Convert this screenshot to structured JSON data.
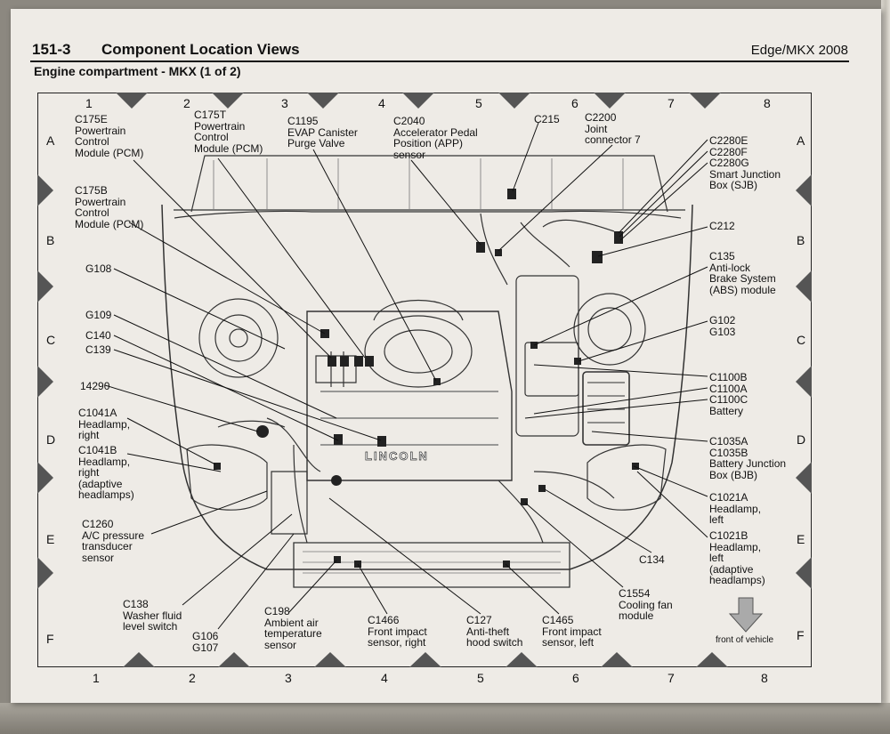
{
  "header": {
    "page_number": "151-3",
    "title": "Component Location Views",
    "book": "Edge/MKX 2008"
  },
  "subtitle": "Engine compartment - MKX (1 of 2)",
  "grid": {
    "columns": [
      "1",
      "2",
      "3",
      "4",
      "5",
      "6",
      "7",
      "8"
    ],
    "rows": [
      "A",
      "B",
      "C",
      "D",
      "E",
      "F"
    ]
  },
  "engine_badge": "LINCOLN",
  "front_label": "front of vehicle",
  "callouts": {
    "c175e": "C175E\nPowertrain\nControl\nModule (PCM)",
    "c175t": "C175T\nPowertrain\nControl\nModule (PCM)",
    "c1195": "C1195\nEVAP Canister\nPurge Valve",
    "c2040": "C2040\nAccelerator Pedal\nPosition (APP)\nsensor",
    "c215": "C215",
    "c2200": "C2200\nJoint\nconnector 7",
    "c2280": "C2280E\nC2280F\nC2280G\nSmart Junction\nBox (SJB)",
    "c175b": "C175B\nPowertrain\nControl\nModule (PCM)",
    "c212": "C212",
    "c135": "C135\nAnti-lock\nBrake System\n(ABS) module",
    "g108": "G108",
    "g109": "G109",
    "c140": "C140",
    "c139": "C139",
    "g102": "G102\nG103",
    "c1100": "C1100B\nC1100A\nC1100C\nBattery",
    "n14290": "14290",
    "c1041a": "C1041A\nHeadlamp,\nright",
    "c1041b": "C1041B\nHeadlamp,\nright\n(adaptive\nheadlamps)",
    "c1035": "C1035A\nC1035B\nBattery Junction\nBox (BJB)",
    "c1021a": "C1021A\nHeadlamp,\nleft",
    "c1260": "C1260\nA/C pressure\ntransducer\nsensor",
    "c1021b": "C1021B\nHeadlamp,\nleft\n(adaptive\nheadlamps)",
    "c134": "C134",
    "c1554": "C1554\nCooling fan\nmodule",
    "c138": "C138\nWasher fluid\nlevel switch",
    "g106": "G106\nG107",
    "c198": "C198\nAmbient air\ntemperature\nsensor",
    "c1466": "C1466\nFront impact\nsensor, right",
    "c127": "C127\nAnti-theft\nhood switch",
    "c1465": "C1465\nFront impact\nsensor, left"
  }
}
